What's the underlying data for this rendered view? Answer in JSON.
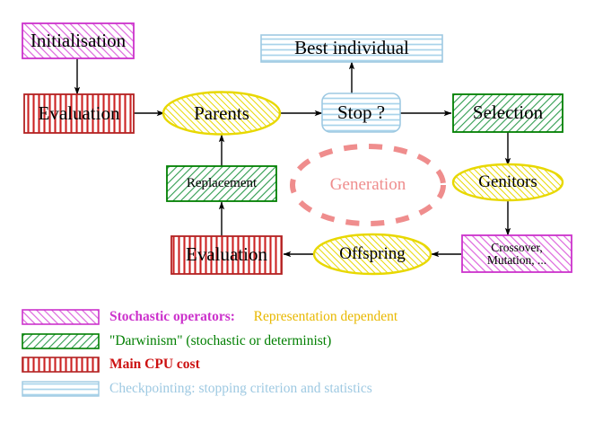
{
  "title": "Evolutionary Algorithm Cycle Diagram",
  "colors": {
    "magenta_stroke": "#cc33cc",
    "magenta_hatch": "#dd66dd",
    "green_stroke": "#007f00",
    "green_hatch": "#2e9b4e",
    "red_stroke": "#b22222",
    "red_hatch": "#cc2222",
    "blue_stroke": "#9ec9e2",
    "blue_hatch": "#a8d3ea",
    "yellow_stroke": "#e8d800",
    "yellow_hatch": "#e8d800",
    "salmon": "#ef8d8d",
    "gold_text": "#e8b800",
    "arrow": "#000000"
  },
  "nodes": {
    "initialisation": {
      "label": "Initialisation",
      "shape": "rect",
      "style": "magenta"
    },
    "evaluation_top": {
      "label": "Evaluation",
      "shape": "rect",
      "style": "red"
    },
    "parents": {
      "label": "Parents",
      "shape": "ellipse",
      "style": "yellow"
    },
    "best_individual": {
      "label": "Best individual",
      "shape": "rect",
      "style": "blue"
    },
    "stop": {
      "label": "Stop ?",
      "shape": "round-rect",
      "style": "blue"
    },
    "selection": {
      "label": "Selection",
      "shape": "rect",
      "style": "green"
    },
    "genitors": {
      "label": "Genitors",
      "shape": "ellipse",
      "style": "yellow"
    },
    "crossover_mutation": {
      "label": "Crossover,\nMutation, ...",
      "shape": "rect",
      "style": "magenta"
    },
    "offspring": {
      "label": "Offspring",
      "shape": "ellipse",
      "style": "yellow"
    },
    "evaluation_bottom": {
      "label": "Evaluation",
      "shape": "rect",
      "style": "red"
    },
    "replacement": {
      "label": "Replacement",
      "shape": "rect",
      "style": "green"
    },
    "generation": {
      "label": "Generation",
      "shape": "dashed-ellipse",
      "style": "salmon"
    }
  },
  "legend": {
    "rows": [
      {
        "swatch": "magenta",
        "text_primary": "Stochastic operators:",
        "text_secondary": "Representation dependent"
      },
      {
        "swatch": "green",
        "text_primary": "\"Darwinism\" (stochastic or determinist)",
        "text_secondary": ""
      },
      {
        "swatch": "red",
        "text_primary": "Main CPU cost",
        "text_secondary": ""
      },
      {
        "swatch": "blue",
        "text_primary": "Checkpointing: stopping criterion and statistics",
        "text_secondary": ""
      }
    ]
  }
}
